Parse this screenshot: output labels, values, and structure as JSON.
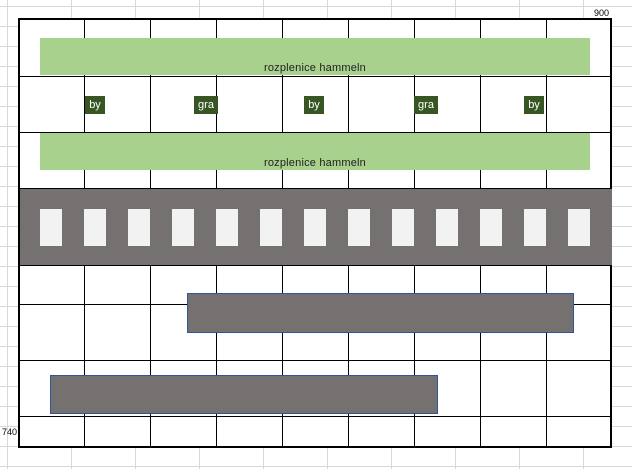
{
  "labels": {
    "top_right": "900",
    "bottom_left": "740"
  },
  "bands": [
    {
      "text": "rozplenice hammeln"
    },
    {
      "text": "rozplenice hammeln"
    }
  ],
  "tags": [
    "by",
    "gra",
    "by",
    "gra",
    "by"
  ],
  "colors": {
    "green_band": "#a9d18e",
    "tag_green": "#375623",
    "gray_block": "#767171",
    "window_fill": "#f2f2f2",
    "slab_border": "#2e5597"
  }
}
